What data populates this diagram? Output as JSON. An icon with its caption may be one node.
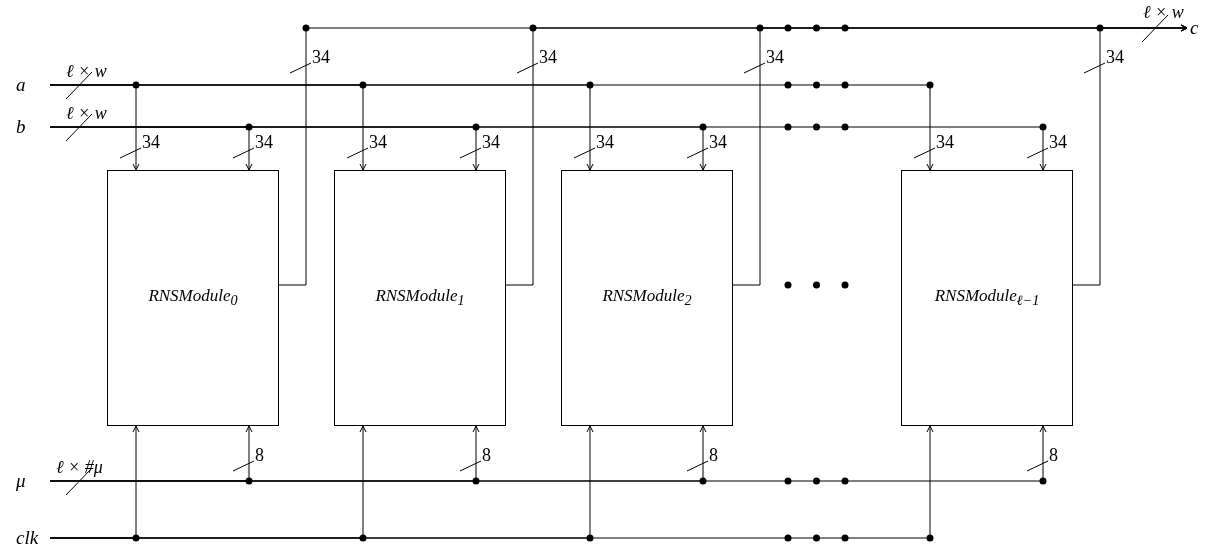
{
  "diagram": {
    "nodes": [
      {
        "text": [
          "a"
        ]
      },
      {
        "text": [
          "b"
        ]
      },
      {
        "text": [
          "μ"
        ]
      },
      {
        "text": [
          "clk"
        ]
      },
      {
        "text": [
          "RNSModule$_{0}$"
        ]
      },
      {
        "text": [
          "RNSModule$_{1}$"
        ]
      },
      {
        "text": [
          "RNSModule$_{2}$"
        ]
      },
      {
        "text": [
          "RNSModule$_{ℓ−1}$"
        ]
      },
      {
        "text": [
          "c"
        ]
      }
    ],
    "edges": [
      {
        "from": 0,
        "to": 4,
        "arrow": "to",
        "label": "34"
      },
      {
        "from": 0,
        "to": 5,
        "arrow": "to",
        "label": "34"
      },
      {
        "from": 0,
        "to": 6,
        "arrow": "to",
        "label": "34"
      },
      {
        "from": 0,
        "to": 7,
        "arrow": "to",
        "label": "34"
      },
      {
        "from": 1,
        "to": 4,
        "arrow": "to",
        "label": "34"
      },
      {
        "from": 1,
        "to": 5,
        "arrow": "to",
        "label": "34"
      },
      {
        "from": 1,
        "to": 6,
        "arrow": "to",
        "label": "34"
      },
      {
        "from": 1,
        "to": 7,
        "arrow": "to",
        "label": "34"
      },
      {
        "from": 4,
        "to": 8,
        "arrow": "to",
        "label": "34"
      },
      {
        "from": 5,
        "to": 8,
        "arrow": "to",
        "label": "34"
      },
      {
        "from": 6,
        "to": 8,
        "arrow": "to",
        "label": "34"
      },
      {
        "from": 7,
        "to": 8,
        "arrow": "to",
        "label": "34"
      },
      {
        "from": 2,
        "to": 4,
        "arrow": "to",
        "label": "8"
      },
      {
        "from": 2,
        "to": 5,
        "arrow": "to",
        "label": "8"
      },
      {
        "from": 2,
        "to": 6,
        "arrow": "to",
        "label": "8"
      },
      {
        "from": 2,
        "to": 7,
        "arrow": "to",
        "label": "8"
      },
      {
        "from": 3,
        "to": 4,
        "arrow": "to"
      },
      {
        "from": 3,
        "to": 5,
        "arrow": "to"
      },
      {
        "from": 3,
        "to": 6,
        "arrow": "to"
      },
      {
        "from": 3,
        "to": 7,
        "arrow": "to"
      }
    ],
    "labels": [
      "ℓ × w",
      "ℓ × w",
      "ℓ × w",
      "ℓ × #μ"
    ]
  }
}
